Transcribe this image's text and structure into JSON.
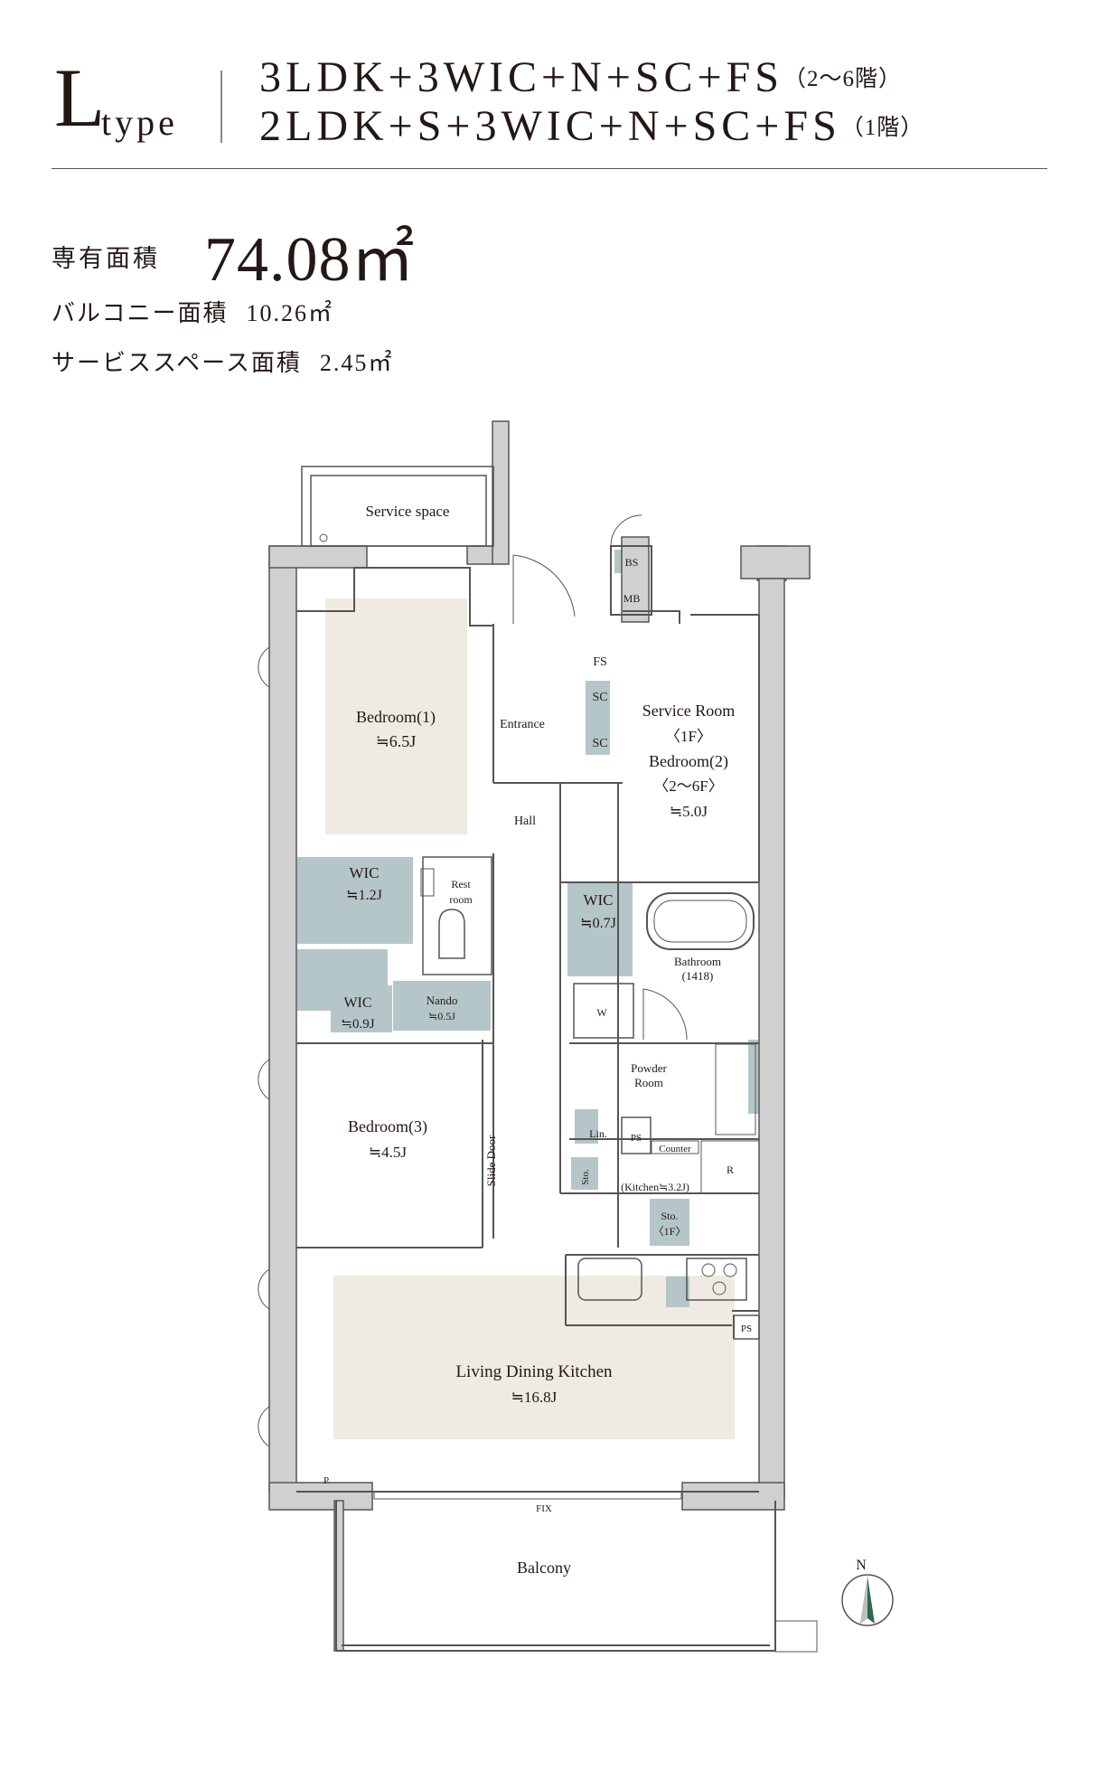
{
  "header": {
    "type_letter": "L",
    "type_word": "type",
    "plan_line_1": "3LDK+3WIC+N+SC+FS",
    "plan_line_1_note": "（2〜6階）",
    "plan_line_2": "2LDK+S+3WIC+N+SC+FS",
    "plan_line_2_note": "（1階）"
  },
  "area": {
    "label": "専有面積",
    "value": "74.08㎡",
    "balcony_label": "バルコニー面積",
    "balcony_value": "10.26㎡",
    "service_label": "サービススペース面積",
    "service_value": "2.45㎡"
  },
  "rooms": {
    "service_space": "Service space",
    "bs": "BS",
    "mb": "MB",
    "fs": "FS",
    "sc1": "SC",
    "sc2": "SC",
    "entrance": "Entrance",
    "hall": "Hall",
    "bedroom1_name": "Bedroom(1)",
    "bedroom1_size": "≒6.5J",
    "service_room_1": "Service Room",
    "service_room_2": "〈1F〉",
    "service_room_3": "Bedroom(2)",
    "service_room_4": "〈2〜6F〉",
    "service_room_5": "≒5.0J",
    "wic1_name": "WIC",
    "wic1_size": "≒1.2J",
    "rest_room_1": "Rest",
    "rest_room_2": "room",
    "wic2_name": "WIC",
    "wic2_size": "≒0.7J",
    "bathroom_1": "Bathroom",
    "bathroom_2": "(1418)",
    "wic3_name": "WIC",
    "wic3_size": "≒0.9J",
    "nando_name": "Nando",
    "nando_size": "≒0.5J",
    "w": "W",
    "powder_1": "Powder",
    "powder_2": "Room",
    "bedroom3_name": "Bedroom(3)",
    "bedroom3_size": "≒4.5J",
    "slide_door": "Slide Door",
    "lin": "Lin.",
    "ps1": "PS",
    "counter": "Counter",
    "sto1": "Sto.",
    "kitchen": "(Kitchen≒3.2J)",
    "r": "R",
    "sto2_1": "Sto.",
    "sto2_2": "〈1F〉",
    "ps2": "PS",
    "ldk_name": "Living Dining Kitchen",
    "ldk_size": "≒16.8J",
    "p": "P",
    "fix": "FIX",
    "balcony": "Balcony",
    "north": "N"
  },
  "colors": {
    "text": "#231815",
    "wall": "#d0d0d0",
    "wall_stroke": "#555555",
    "beige": "#efebe2",
    "storage_fill": "#b5c6c8",
    "compass_green": "#2b6b4a"
  }
}
